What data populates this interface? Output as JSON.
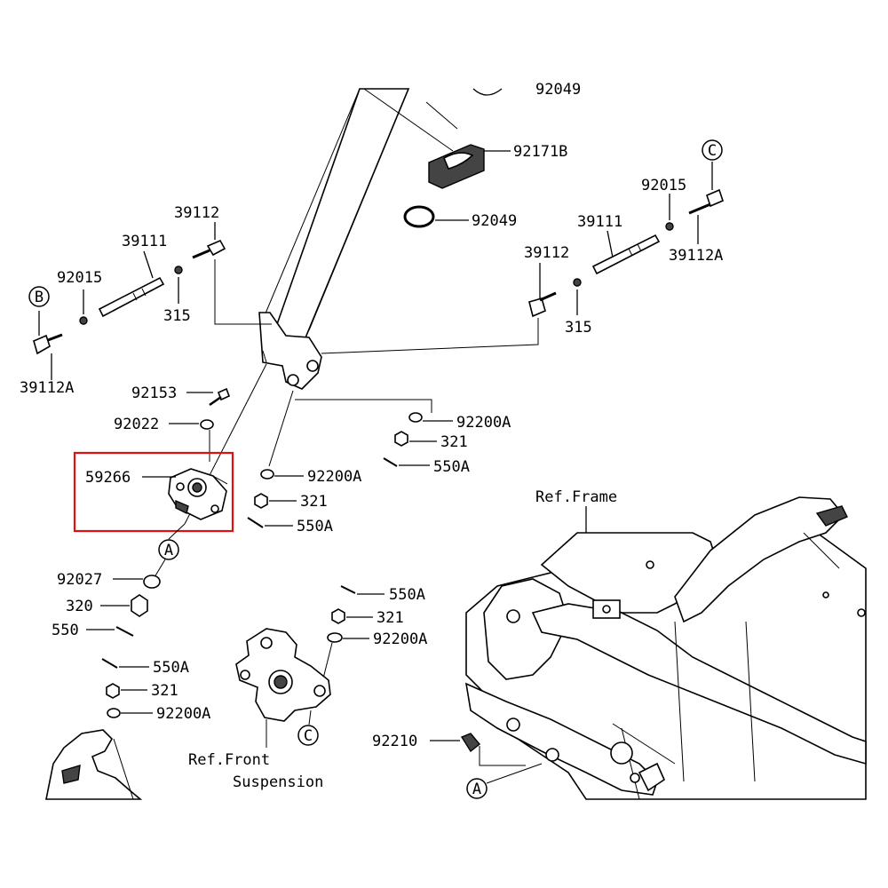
{
  "labels": {
    "p92049_top": "92049",
    "p92171B": "92171B",
    "p92049": "92049",
    "p39112_l": "39112",
    "p39111_l": "39111",
    "p92015_l": "92015",
    "p315_l": "315",
    "p39112A_l": "39112A",
    "p92015_r": "92015",
    "p39111_r": "39111",
    "p39112_r": "39112",
    "p39112A_r": "39112A",
    "p315_r": "315",
    "p92153": "92153",
    "p92022": "92022",
    "p59266": "59266",
    "p92200A_1": "92200A",
    "p321_1": "321",
    "p550A_1": "550A",
    "p92200A_2": "92200A",
    "p321_2": "321",
    "p550A_2": "550A",
    "p92027": "92027",
    "p320": "320",
    "p550": "550",
    "p550A_3": "550A",
    "p321_3": "321",
    "p92200A_3": "92200A",
    "p550A_4": "550A",
    "p321_4": "321",
    "p92200A_4": "92200A",
    "p92210": "92210",
    "ref_frame": "Ref.Frame",
    "ref_front_1": "Ref.Front",
    "ref_front_2": "Suspension"
  },
  "callouts": {
    "A_left": "A",
    "A_bottom": "A",
    "B": "B",
    "C_right": "C",
    "C_bottom": "C"
  },
  "colors": {
    "highlight": "#e01010",
    "ink": "#000000"
  }
}
